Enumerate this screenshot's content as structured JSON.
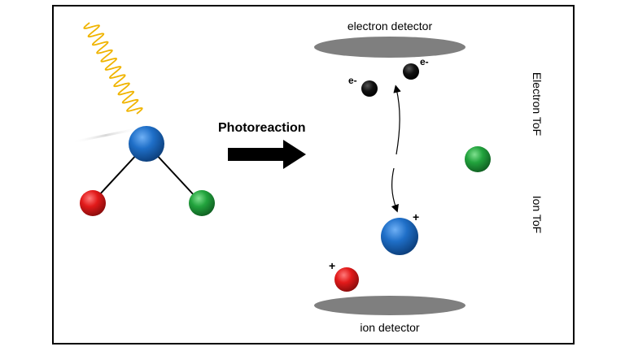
{
  "labels": {
    "photoreaction": "Photoreaction",
    "electron_detector": "electron detector",
    "ion_detector": "ion detector",
    "electron_tof": "Electron ToF",
    "ion_tof": "Ion ToF",
    "electron_1": "e-",
    "electron_2": "e-",
    "ion_charge_blue": "+",
    "ion_charge_red": "+"
  },
  "colors": {
    "frame": "#000000",
    "photon_wave": "#f0b400",
    "atom_blue": "#1f6fc8",
    "atom_red": "#e21a1a",
    "atom_green": "#22a33d",
    "electron": "#000000",
    "detector": "#7f7f7f",
    "arrow": "#000000"
  },
  "icons": {
    "photon": "sine-wave-photon",
    "molecule": "triatomic-molecule",
    "reaction_arrow": "right-arrow"
  }
}
